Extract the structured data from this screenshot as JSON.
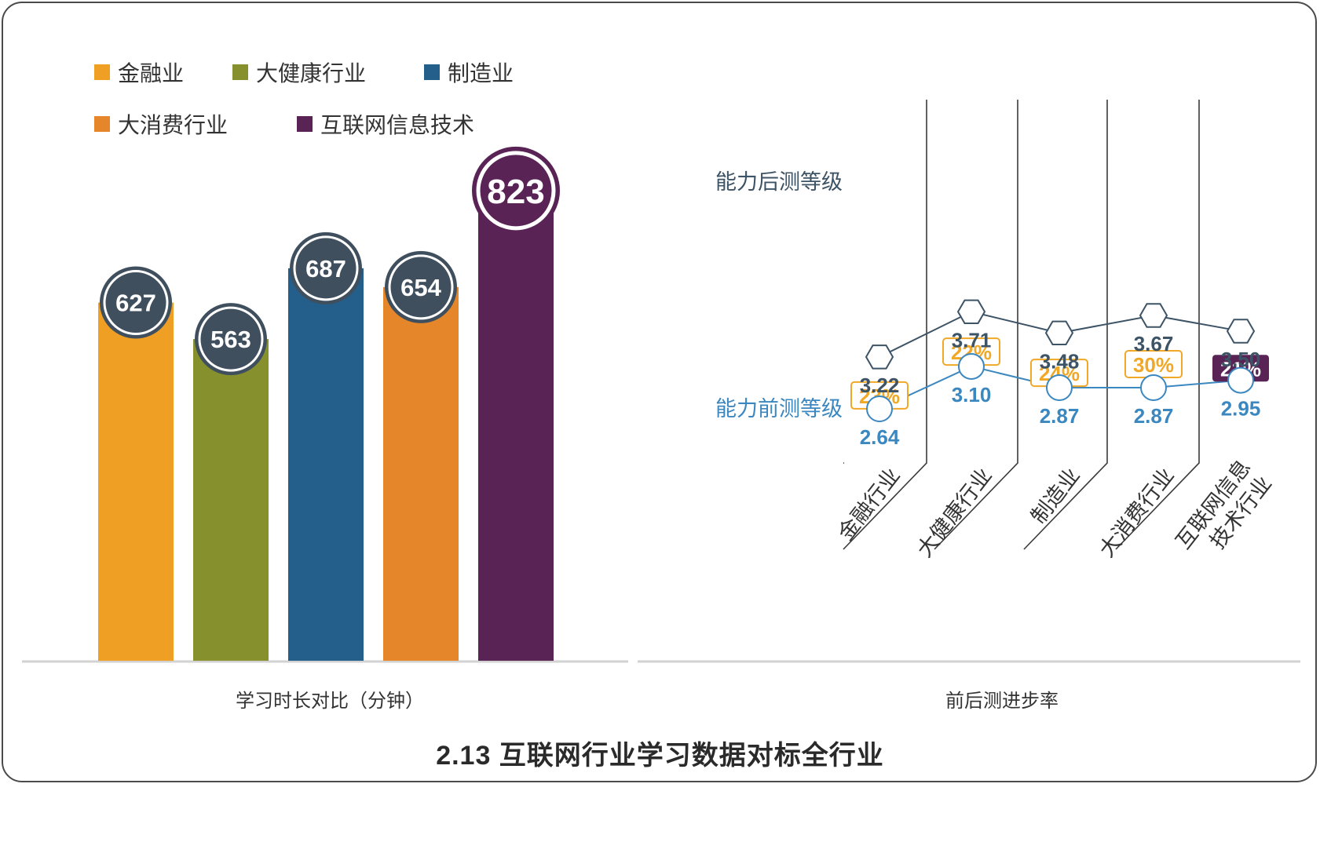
{
  "title": "2.13 互联网行业学习数据对标全行业",
  "legend": [
    {
      "label": "金融业",
      "color": "#F09F25"
    },
    {
      "label": "大健康行业",
      "color": "#86902C"
    },
    {
      "label": "制造业",
      "color": "#245E8B"
    },
    {
      "label": "大消费行业",
      "color": "#E5862A"
    },
    {
      "label": "互联网信息技术",
      "color": "#5A2356"
    }
  ],
  "colors": {
    "badge": "#3F4F5E",
    "post_line": "#3D5366",
    "pre_line": "#3B87C0",
    "rate_box": "#F0A826",
    "rate_box_highlight": "#5A2356"
  },
  "chart_data": [
    {
      "type": "bar",
      "xlabel": "学习时长对比（分钟）",
      "categories": [
        "金融业",
        "大健康行业",
        "制造业",
        "大消费行业",
        "互联网信息技术"
      ],
      "values": [
        627,
        563,
        687,
        654,
        823
      ],
      "value_labels": [
        "627",
        "563",
        "687",
        "654",
        "823"
      ]
    },
    {
      "type": "line",
      "xlabel": "前后测进步率",
      "categories": [
        "金融行业",
        "大健康行业",
        "制造业",
        "大消费行业",
        "互联网信息技术行业"
      ],
      "category_lines": [
        [
          "金融行业"
        ],
        [
          "大健康行业"
        ],
        [
          "制造业"
        ],
        [
          "大消费行业"
        ],
        [
          "互联网信息",
          "技术行业"
        ]
      ],
      "series": [
        {
          "name": "能力后测等级",
          "values": [
            3.22,
            3.71,
            3.48,
            3.67,
            3.5
          ],
          "value_labels": [
            "3.22",
            "3.71",
            "3.48",
            "3.67",
            "3.50"
          ]
        },
        {
          "name": "能力前测等级",
          "values": [
            2.64,
            3.1,
            2.87,
            2.87,
            2.95
          ],
          "value_labels": [
            "2.64",
            "3.10",
            "2.87",
            "2.87",
            "2.95"
          ]
        }
      ],
      "improvement_rates": [
        "23%",
        "22%",
        "24%",
        "30%",
        "21%"
      ]
    }
  ]
}
